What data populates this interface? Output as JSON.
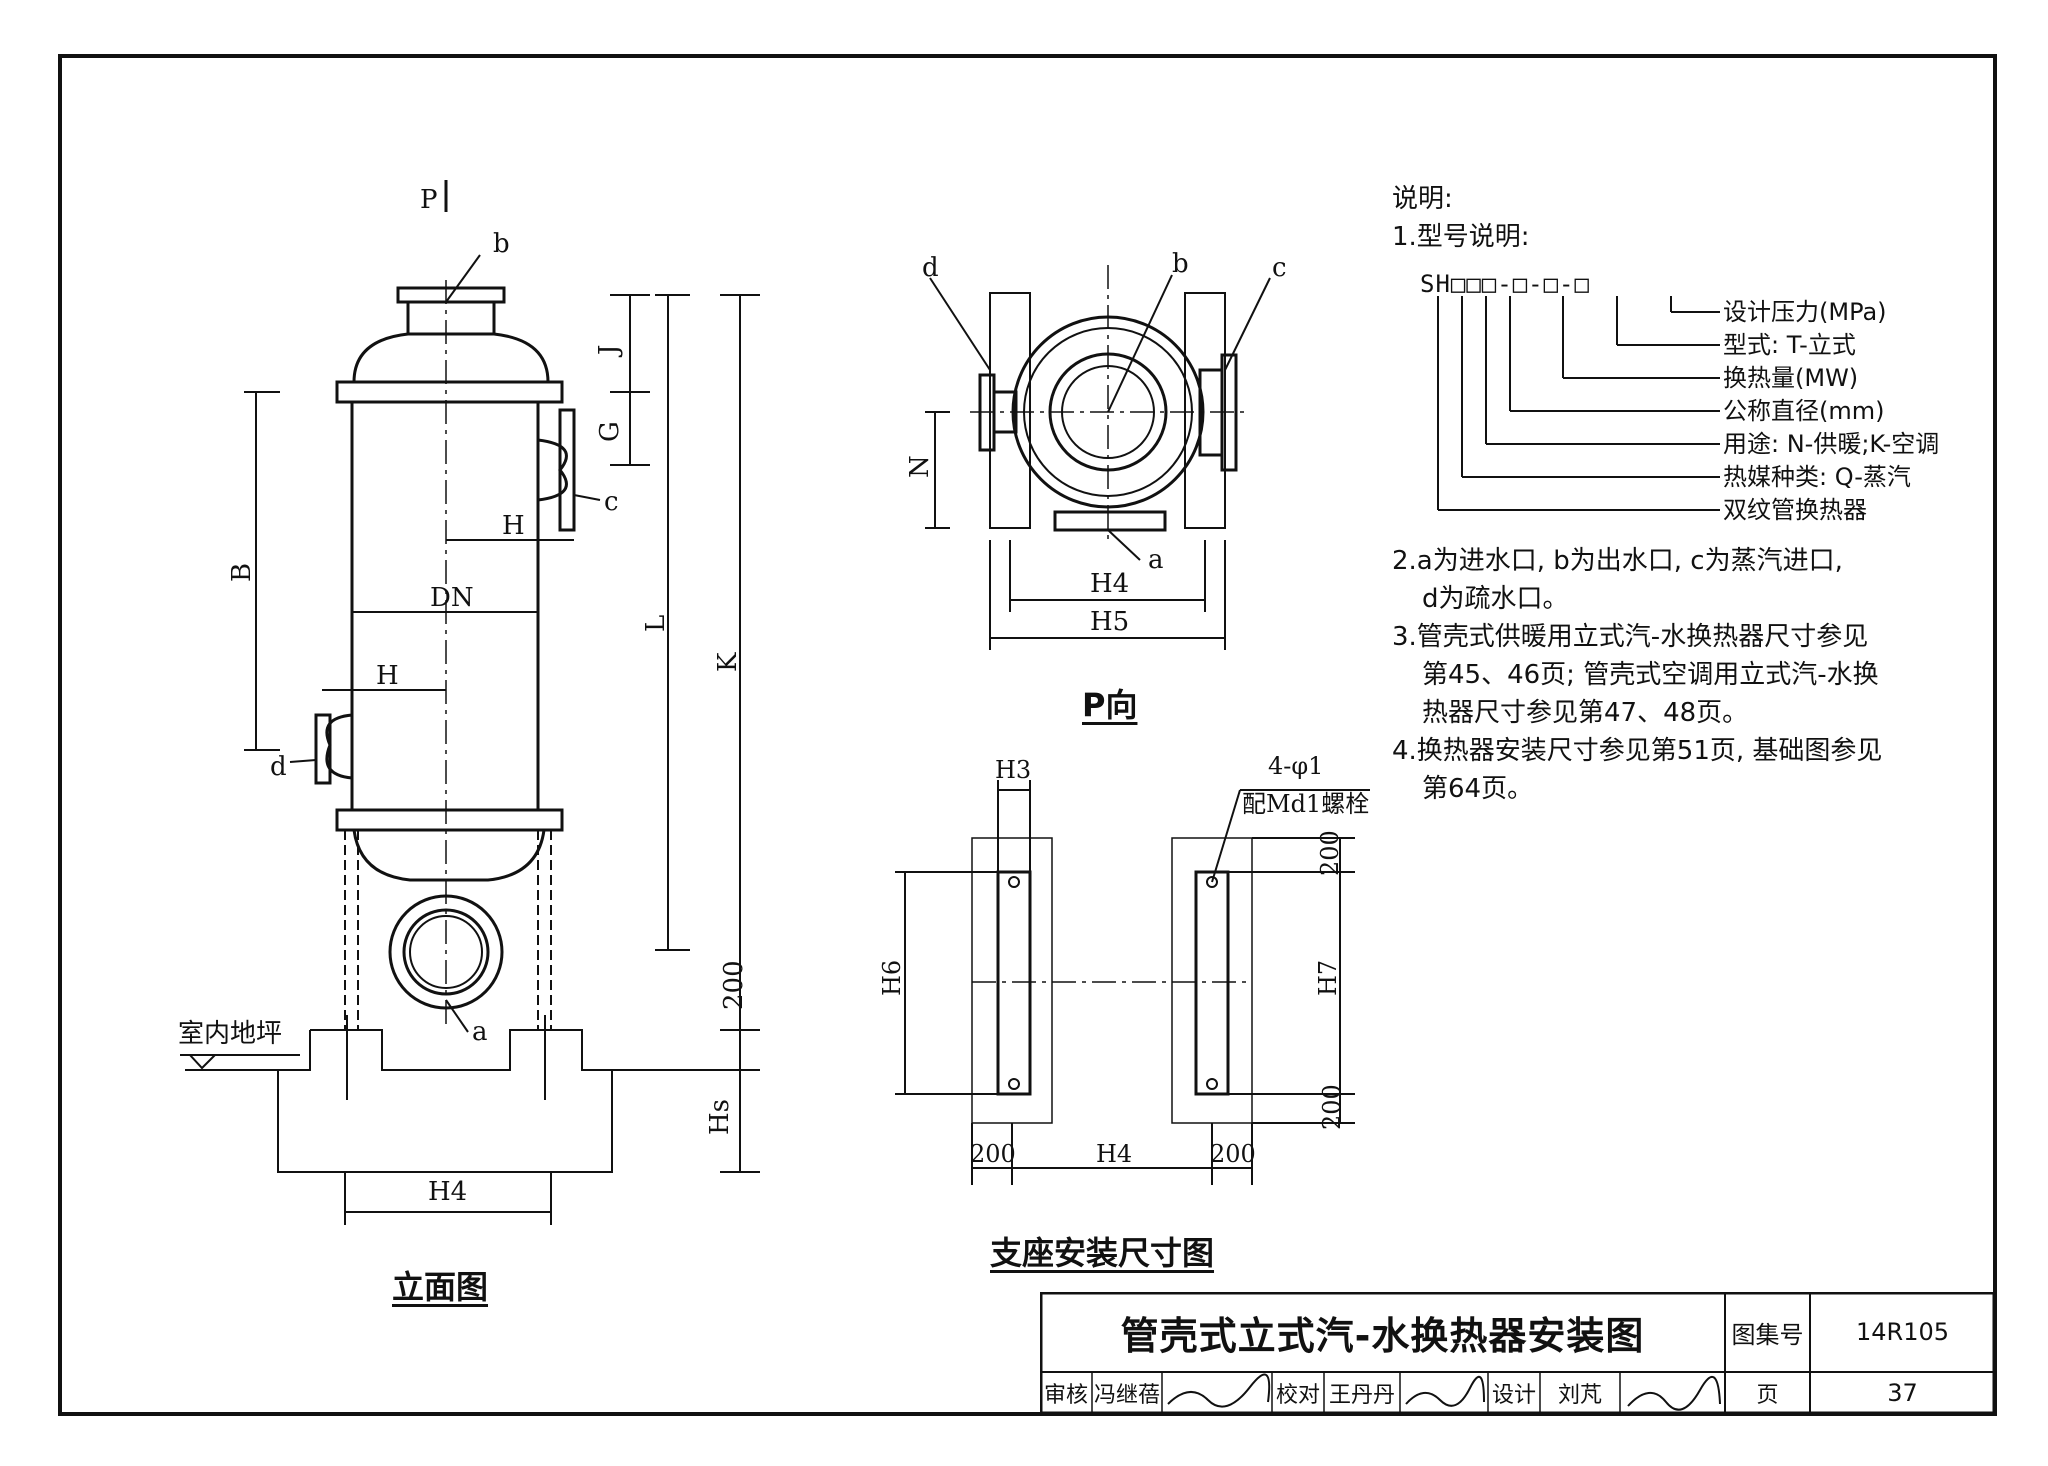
{
  "elevation_view": {
    "caption": "立面图",
    "view_marker": "P",
    "labels": {
      "b": "b",
      "c": "c",
      "d": "d",
      "a": "a",
      "J": "J",
      "G": "G",
      "H_upper": "H",
      "H_lower": "H",
      "DN": "DN",
      "B": "B",
      "L": "L",
      "K": "K",
      "dim_200": "200",
      "Hs": "Hs",
      "H4": "H4",
      "floor": "室内地坪"
    }
  },
  "p_view": {
    "caption": "P向",
    "labels": {
      "d": "d",
      "b": "b",
      "c": "c",
      "a": "a",
      "N": "N",
      "H4": "H4",
      "H5": "H5"
    }
  },
  "support_view": {
    "caption": "支座安装尺寸图",
    "labels": {
      "H3": "H3",
      "bolt_count": "4-φ1",
      "bolt_note": "配Md1螺栓",
      "H6": "H6",
      "H7": "H7",
      "H4": "H4",
      "dim_200_top": "200",
      "dim_200_bottom": "200",
      "dim_200_left": "200",
      "dim_200_right": "200"
    }
  },
  "notes": {
    "heading": "说明:",
    "item1": "1.型号说明:",
    "model_code": "SH□□□-□-□-□",
    "model_legend": [
      "设计压力(MPa)",
      "型式: T-立式",
      "换热量(MW)",
      "公称直径(mm)",
      "用途: N-供暖;K-空调",
      "热媒种类: Q-蒸汽",
      "双纹管换热器"
    ],
    "item2_line1": "2.a为进水口, b为出水口, c为蒸汽进口,",
    "item2_line2": "d为疏水口。",
    "item3_line1": "3.管壳式供暖用立式汽-水换热器尺寸参见",
    "item3_line2": "第45、46页; 管壳式空调用立式汽-水换",
    "item3_line3": "热器尺寸参见第47、48页。",
    "item4_line1": "4.换热器安装尺寸参见第51页, 基础图参见",
    "item4_line2": "第64页。"
  },
  "title_block": {
    "title": "管壳式立式汽-水换热器安装图",
    "atlas_label": "图集号",
    "atlas_no": "14R105",
    "page_label": "页",
    "page_no": "37",
    "review_label": "审核",
    "reviewer": "冯继蓓",
    "check_label": "校对",
    "checker": "王丹丹",
    "design_label": "设计",
    "designer": "刘芃"
  }
}
